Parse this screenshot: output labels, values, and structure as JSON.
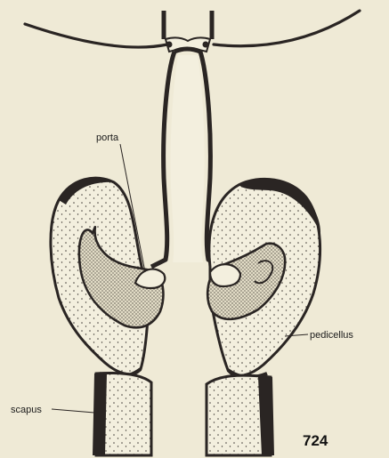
{
  "labels": {
    "porta": "porta",
    "pedicellus": "pedicellus",
    "scapus": "scapus"
  },
  "figure_number": "724",
  "colors": {
    "background": "#efead6",
    "cuticle": "#2a2523",
    "tissue_fill": "#f3efde",
    "dense_fill": "#e2dcc6"
  }
}
